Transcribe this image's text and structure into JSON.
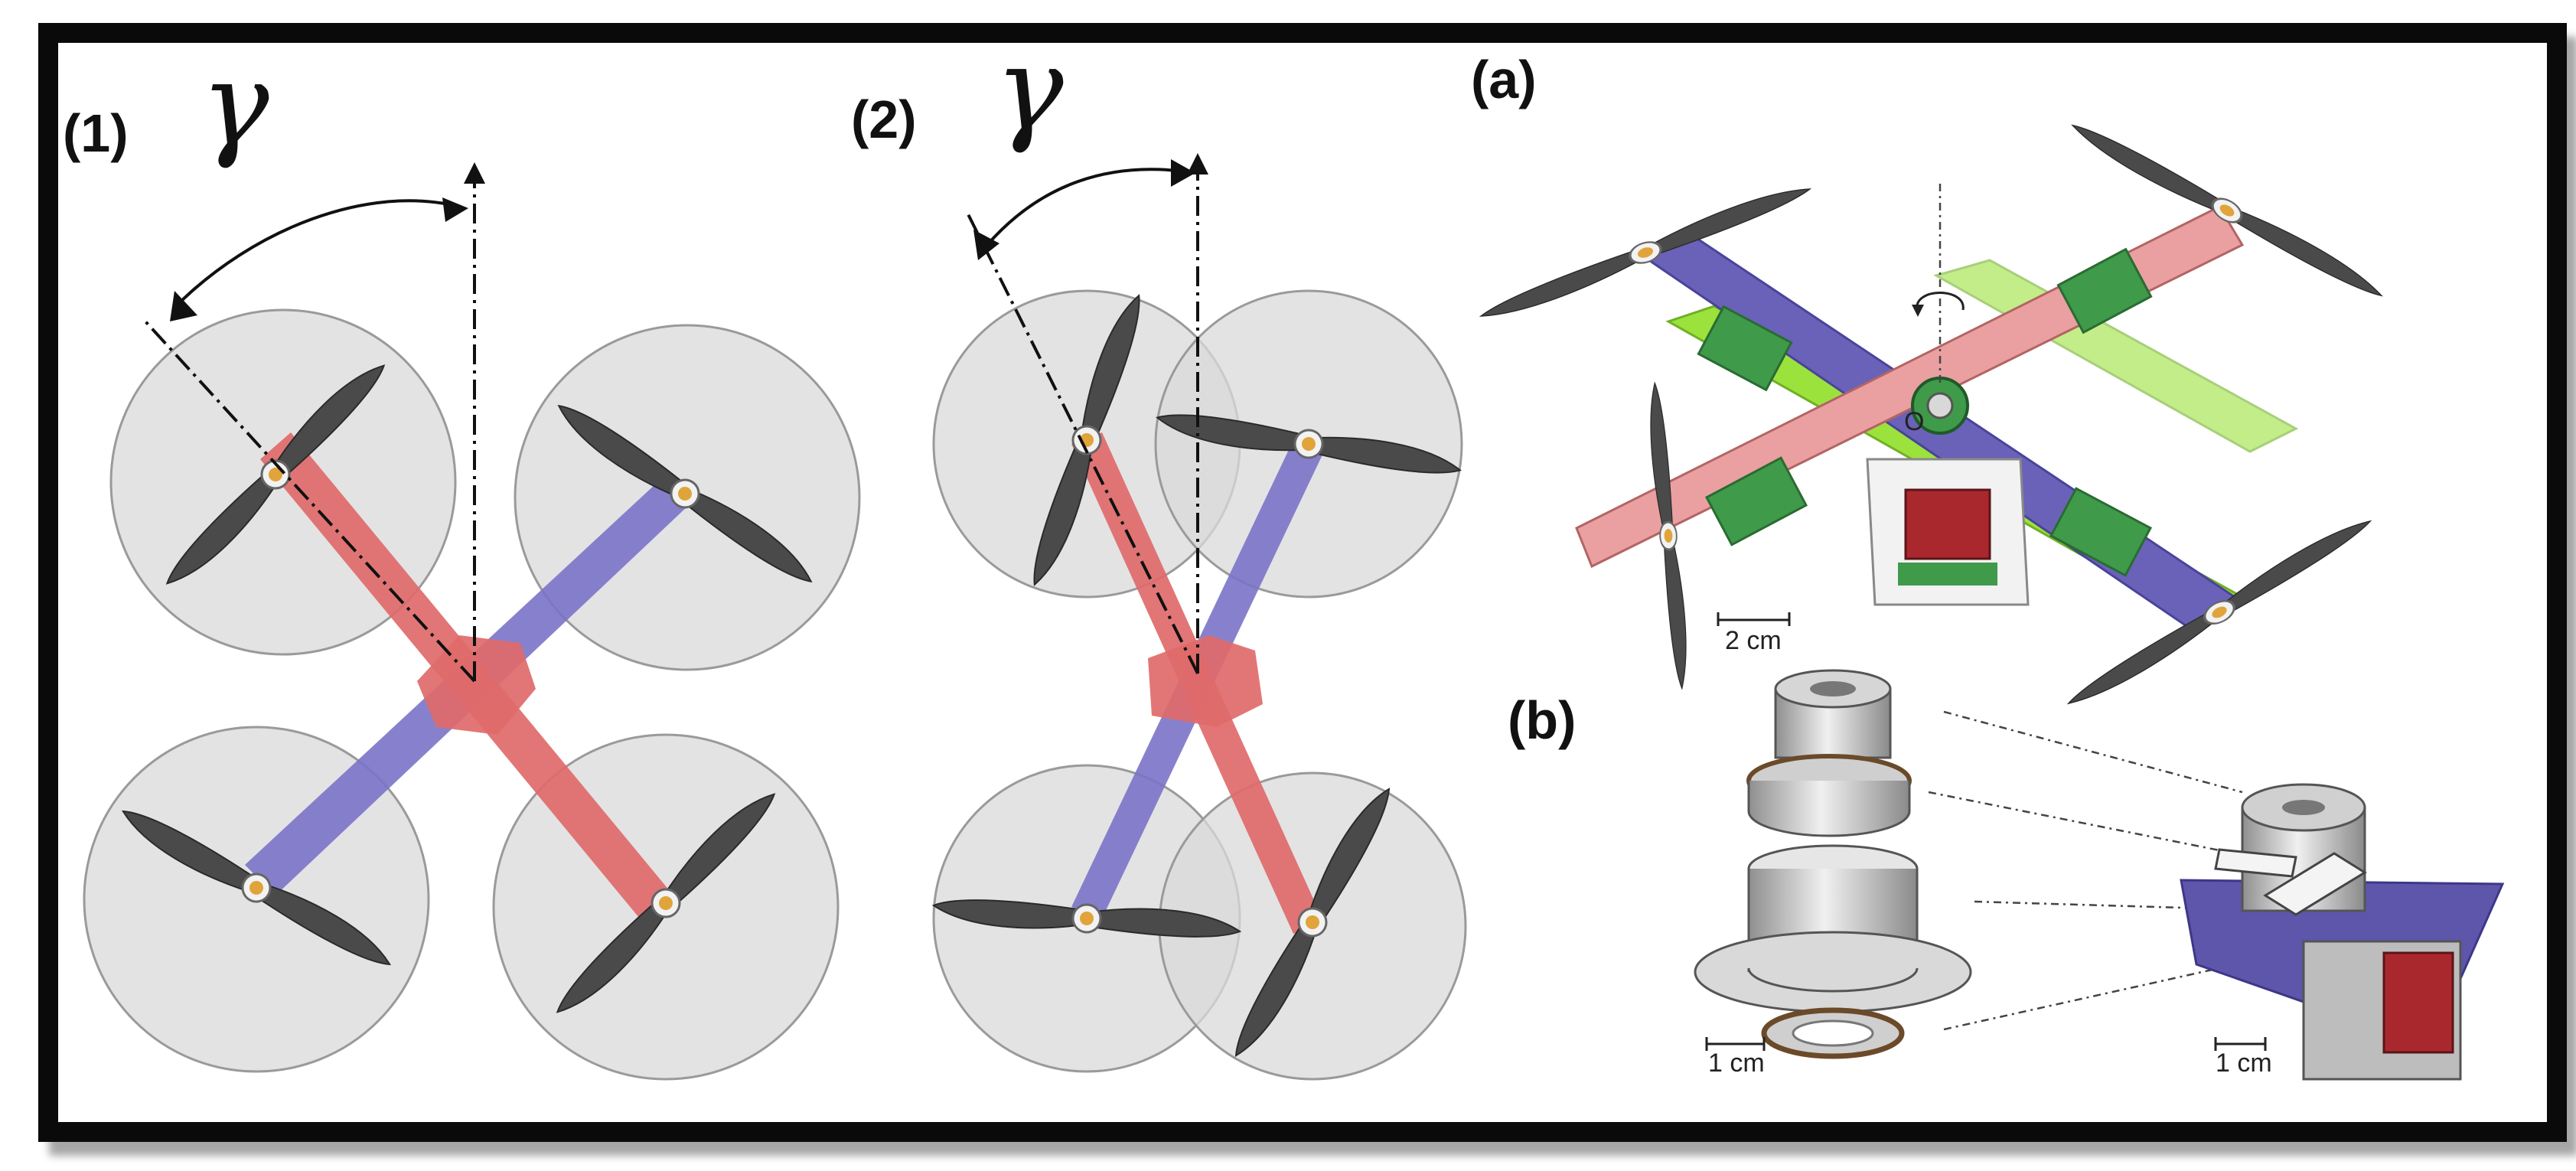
{
  "panels": {
    "p1": {
      "label": "(1)",
      "angle_symbol": "γ"
    },
    "p2": {
      "label": "(2)",
      "angle_symbol": "γ"
    },
    "pa": {
      "label": "(a)",
      "center_label": "O",
      "scale": "2 cm"
    },
    "pb": {
      "label": "(b)",
      "scale_left": "1 cm",
      "scale_right": "1 cm"
    }
  },
  "colors": {
    "arm_red": "#e06a6a",
    "arm_blue": "#7a73c8",
    "green_rail": "#9be23c",
    "pcb_green": "#3f9a4a",
    "servo_red": "#a9282e",
    "disk_gray": "#d9d9d9",
    "prop_dark": "#4a4a4a"
  }
}
